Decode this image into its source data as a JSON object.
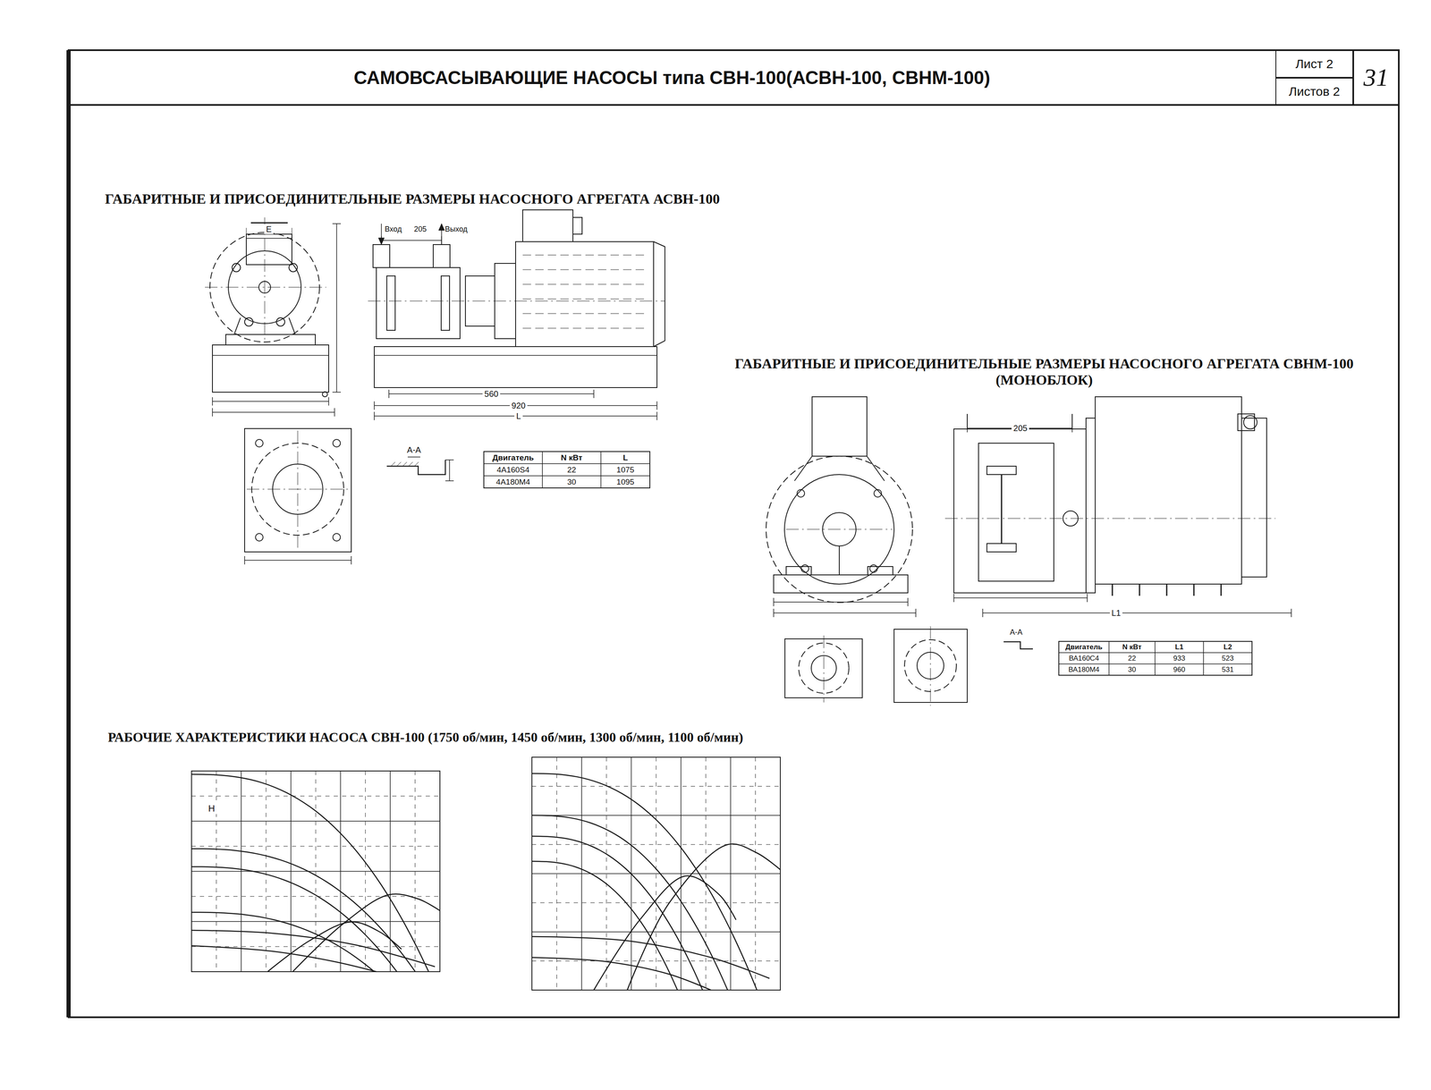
{
  "diagram": {
    "title": "САМОВСАСЫВАЮЩИЕ НАСОСЫ типа СВН-100(АСВН-100, СВНМ-100)",
    "nodes": [
      {
        "text": [
          "Лист 2"
        ]
      },
      {
        "text": [
          "Листов 2"
        ]
      },
      {
        "text": [
          "31"
        ]
      }
    ],
    "labels": [
      "ГАБАРИТНЫЕ И ПРИСОЕДИНИТЕЛЬНЫЕ РАЗМЕРЫ НАСОСНОГО АГРЕГАТА АСВН-100",
      "E",
      "Вход",
      "205",
      "Выход",
      "560",
      "920",
      "L",
      "А-А",
      "Двигатель",
      "N кВт",
      "L",
      "4А160S4",
      "22",
      "1075",
      "4А180М4",
      "30",
      "1095",
      "ГАБАРИТНЫЕ И ПРИСОЕДИНИТЕЛЬНЫЕ РАЗМЕРЫ НАСОСНОГО АГРЕГАТА СВНМ-100 (МОНОБЛОК)",
      "205",
      "L1",
      "А-А",
      "Двигатель",
      "N кВт",
      "L1",
      "L2",
      "ВА160С4",
      "22",
      "933",
      "523",
      "ВА180М4",
      "30",
      "960",
      "531",
      "РАБОЧИЕ ХАРАКТЕРИСТИКИ НАСОСА СВН-100 (1750 об/мин, 1450 об/мин, 1300 об/мин, 1100 об/мин)",
      "H"
    ]
  }
}
